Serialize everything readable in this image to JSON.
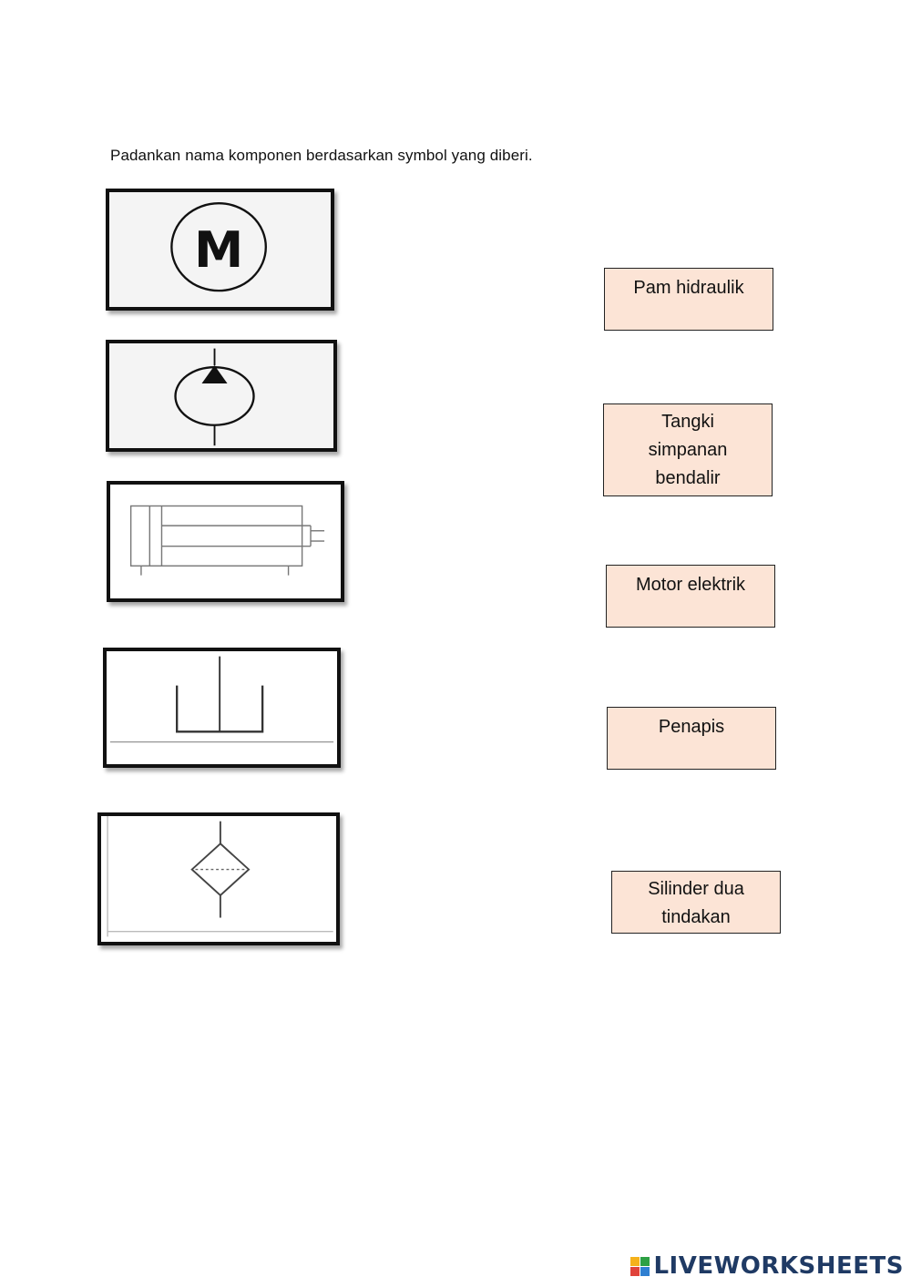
{
  "instruction": "Padankan nama komponen berdasarkan symbol yang diberi.",
  "symbols": [
    {
      "name": "electric-motor-symbol",
      "letter": "M"
    },
    {
      "name": "hydraulic-pump-symbol"
    },
    {
      "name": "double-acting-cylinder-symbol"
    },
    {
      "name": "fluid-tank-symbol"
    },
    {
      "name": "filter-symbol"
    }
  ],
  "answers": [
    {
      "lines": [
        "Pam hidraulik"
      ]
    },
    {
      "lines": [
        "Tangki",
        "simpanan",
        "bendalir"
      ]
    },
    {
      "lines": [
        "Motor elektrik"
      ]
    },
    {
      "lines": [
        "Penapis"
      ]
    },
    {
      "lines": [
        "Silinder dua",
        "tindakan"
      ]
    }
  ],
  "footer": {
    "brand": "LIVEWORKSHEETS",
    "logo_colors": [
      "#f5b21b",
      "#2ea043",
      "#e0433a",
      "#2f7fd1"
    ]
  }
}
